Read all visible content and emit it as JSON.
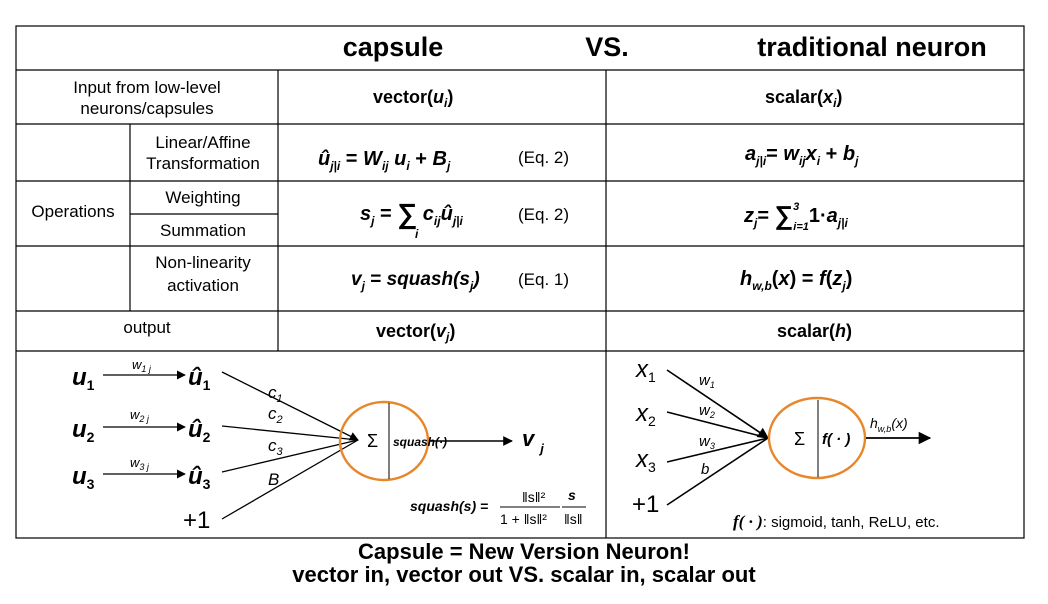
{
  "header": {
    "capsule": "capsule",
    "vs": "VS.",
    "traditional": "traditional neuron"
  },
  "rows": {
    "input_label_line1": "Input from low-level",
    "input_label_line2": "neurons/capsules",
    "operations_label": "Operations",
    "linear_label_line1": "Linear/Affine",
    "linear_label_line2": "Transformation",
    "weighting_label": "Weighting",
    "summation_label": "Summation",
    "nonlin_label_line1": "Non-linearity",
    "nonlin_label_line2": "activation",
    "output_label": "output"
  },
  "capsule_col": {
    "input": "vector(u_i)",
    "eq_tag_2": "(Eq. 2)",
    "eq_tag_2b": "(Eq. 2)",
    "eq_tag_1": "(Eq. 1)",
    "output": "vector(v_j)"
  },
  "neuron_col": {
    "input": "scalar(x_i)",
    "output": "scalar(h)"
  },
  "capsule_diagram": {
    "inputs": [
      "u1",
      "u2",
      "u3"
    ],
    "weights": [
      "w1j",
      "w2j",
      "w3j"
    ],
    "coefficients": [
      "c1",
      "c2",
      "c3",
      "B"
    ],
    "bias": "+1",
    "sum_symbol": "Σ",
    "activation": "squash(·)",
    "output": "v j"
  },
  "neuron_diagram": {
    "inputs": [
      "x1",
      "x2",
      "x3",
      "+1"
    ],
    "weights": [
      "w1",
      "w2",
      "w3",
      "b"
    ],
    "sum_symbol": "Σ",
    "activation": "f( · )",
    "output": "h w,b (x)",
    "note_suffix": ": sigmoid, tanh, ReLU, etc."
  },
  "footer": {
    "line1": "Capsule = New Version Neuron!",
    "line2": "vector in, vector out  VS.  scalar in, scalar out"
  }
}
